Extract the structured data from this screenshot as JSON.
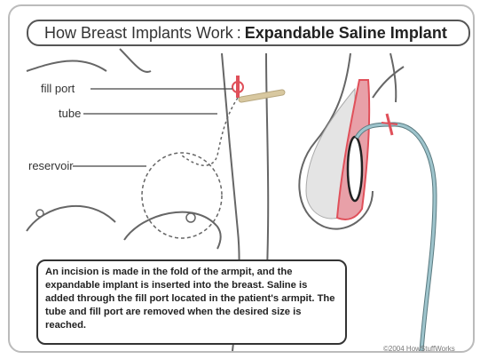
{
  "title": {
    "prefix": "How Breast Implants Work",
    "separator": ":",
    "main": "Expandable Saline Implant"
  },
  "labels": {
    "fill_port": "fill port",
    "tube": "tube",
    "reservoir": "reservoir"
  },
  "caption": "An incision is made in the fold of the armpit, and the expandable implant is inserted into the breast. Saline is added through the fill port located in the patient's armpit. The tube and fill port are removed when the desired size is reached.",
  "copyright": "©2004 HowStuffWorks",
  "colors": {
    "implant_red": "#e0505a",
    "implant_pink": "#e8a0a8",
    "tube_blue": "#9ec4cc",
    "outline": "#555555",
    "pen_tan": "#d8c8a0"
  }
}
